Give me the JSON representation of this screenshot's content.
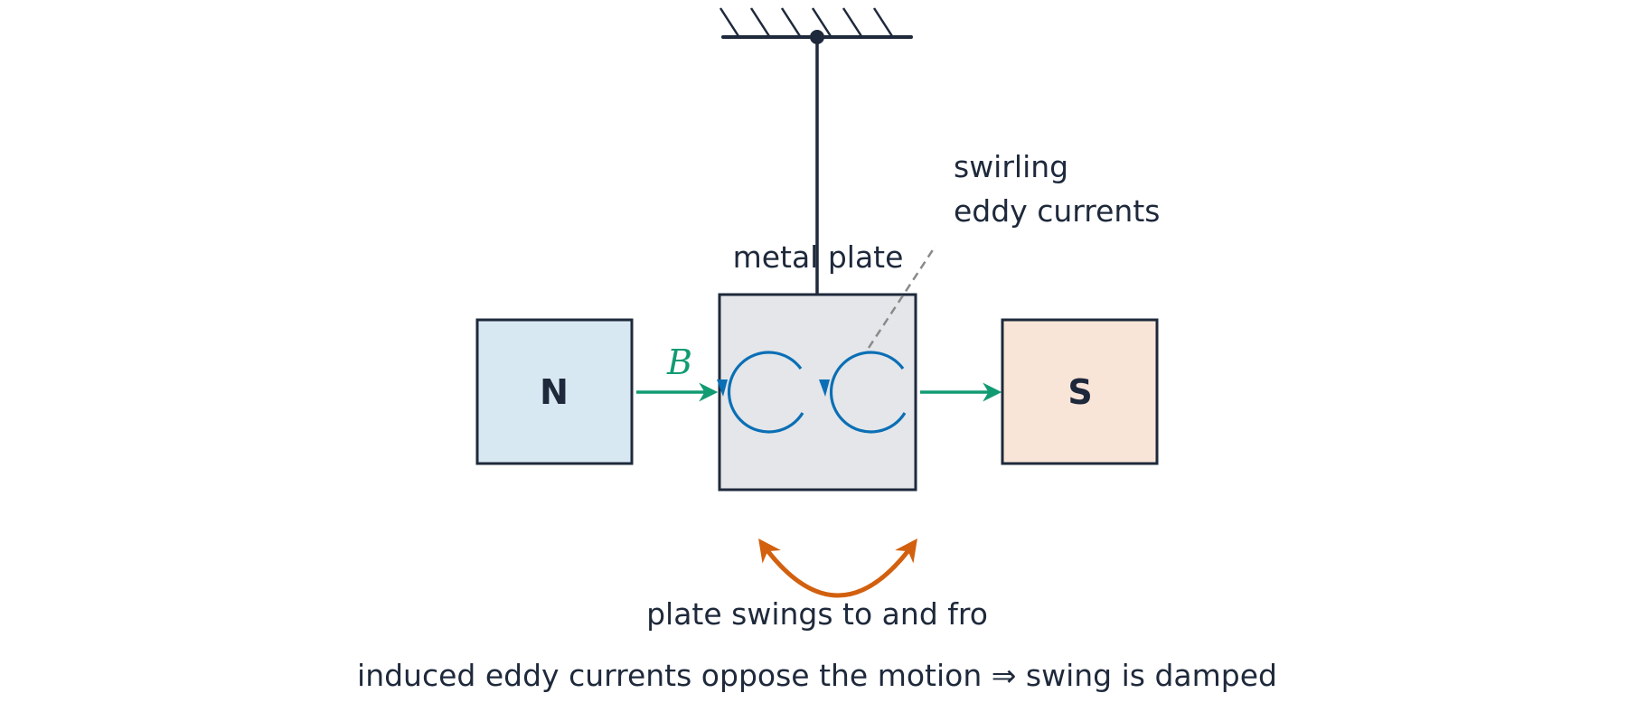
{
  "labels": {
    "north_pole": "N",
    "south_pole": "S",
    "field_symbol": "B",
    "plate": "metal plate",
    "eddy_line1": "swirling",
    "eddy_line2": "eddy currents",
    "swing": "plate swings to and fro",
    "caption": "induced eddy currents oppose the motion ⇒ swing is damped"
  },
  "colors": {
    "outline": "#1e293b",
    "north_fill": "#d8e8f2",
    "south_fill": "#f9e5d8",
    "plate_fill": "#e4e6e9",
    "field_arrow": "#119b73",
    "eddy_current": "#0b6fb5",
    "swing_arrow": "#d2600e",
    "leader_line": "#8a8a8a"
  }
}
